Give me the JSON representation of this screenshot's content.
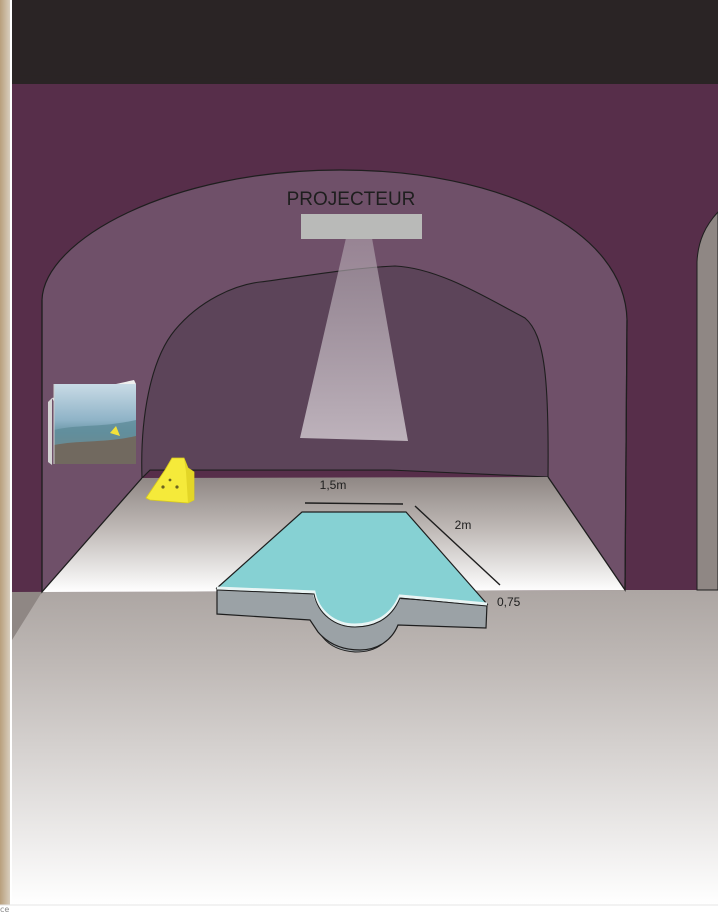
{
  "labels": {
    "projector": "PROJECTEUR",
    "width": "1,5m",
    "length": "2m",
    "depth": "0,75"
  },
  "corner_note": "ce",
  "colors": {
    "ceiling": "#2a2425",
    "wall": "#572e4a",
    "floor_top": "#8f8784",
    "floor_bottom": "#ffffff",
    "water": "#86d1d3",
    "basin_side": "#9ba2a6",
    "cliff_block": "#f5ea3a",
    "projector": "#b9bab8"
  },
  "icons": {
    "cliff_block": "cliff-model-icon",
    "photo_panel": "beach-photo-panel"
  }
}
